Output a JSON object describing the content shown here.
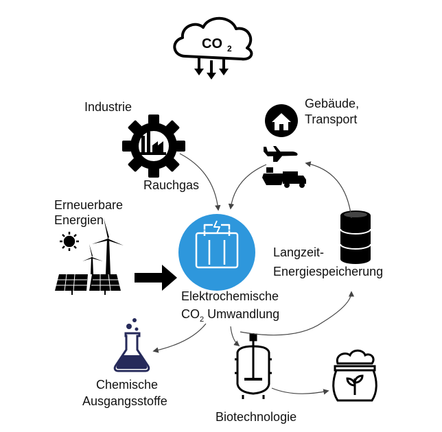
{
  "cloud": {
    "formula_main": "CO",
    "formula_sub": "2"
  },
  "labels": {
    "industry": "Industrie",
    "flue_gas": "Rauchgas",
    "renewables_line1": "Erneuerbare",
    "renewables_line2": "Energien",
    "buildings_line1": "Gebäude,",
    "buildings_line2": "Transport",
    "storage_line1": "Langzeit-",
    "storage_line2": "Energiespeicherung",
    "electrochem_line1": "Elektrochemische",
    "electrochem_co": "CO",
    "electrochem_sub": "2",
    "electrochem_rest": " Umwandlung",
    "chemicals_line1": "Chemische",
    "chemicals_line2": "Ausgangsstoffe",
    "biotech": "Biotechnologie"
  },
  "colors": {
    "accent": "#2e97dc",
    "ink": "#111111",
    "flask": "#262a5a"
  }
}
